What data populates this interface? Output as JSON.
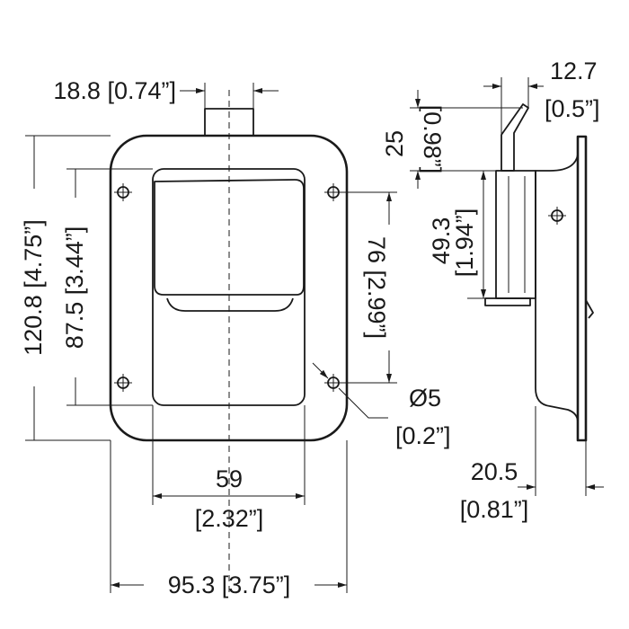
{
  "dimensions": {
    "top_width": "18.8 [0.74”]",
    "side_depth_top_value": "12.7",
    "side_depth_top_inch": "[0.5”]",
    "side_offset_value": "25",
    "side_offset_inch": "[0.98”]",
    "side_height_value": "49.3",
    "side_height_inch": "[1.94”]",
    "overall_height": "120.8 [4.75”]",
    "inner_height": "87.5 [3.44”]",
    "hole_spacing": "76 [2.99”]",
    "hole_diameter_value": "Ø5",
    "hole_diameter_inch": "[0.2”]",
    "flange_depth_value": "20.5",
    "flange_depth_inch": "[0.81”]",
    "inner_width_value": "59",
    "inner_width_inch": "[2.32”]",
    "overall_width": "95.3 [3.75”]"
  },
  "colors": {
    "line": "#1a1a1a",
    "background": "#ffffff"
  }
}
